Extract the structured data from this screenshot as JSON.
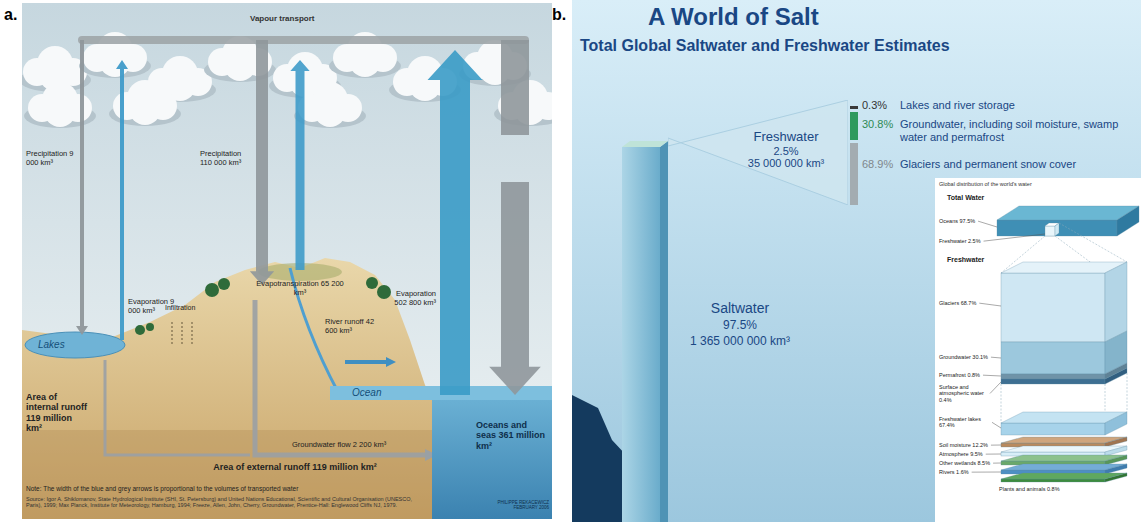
{
  "diagram": {
    "title": "A World of Salt",
    "nodes": [
      {
        "text": [
          "Freshwater",
          "2.5%",
          "35 000 000 km³"
        ]
      },
      {
        "text": [
          "Global distribution of the world's water",
          "Total Water"
        ]
      }
    ],
    "labels": [
      "a.",
      "Vapour transport",
      "Precipitation 9 000 km³",
      "Evaporation 9 000 km³",
      "Precipitation 110 000 km³",
      "Evapotranspiration 65 200 km³",
      "Infiltration",
      "River runoff 42 600 km³",
      "Lakes",
      "Ocean",
      "Evaporation 502 800 km³",
      "Area of internal runoff 119 million km²",
      "Groundwater flow 2 200 km³",
      "Area of external runoff 119 million km²",
      "Oceans and seas 361 million km²",
      "Note: The width of the blue and grey arrows is proportional to the volumes of transported water",
      "Source: Igor A. Shiklomanov, State Hydrological Institute (SHI, St. Petersburg) and United Nations Educational, Scientific and Cultural Organisation (UNESCO, Paris), 1999; Max Planck, Institute for Meteorology, Hamburg, 1994; Freeze, Allen, John, Cherry, Groundwater, Prentice-Hall: Englewood Cliffs NJ, 1979.",
      "PHILIPPE REKACEWICZ FEBRUARY 2006",
      "b.",
      "Total Global Saltwater and Freshwater Estimates",
      "Saltwater",
      "97.5%",
      "1 365 000 000 km³",
      "0.3%",
      "Lakes and river storage",
      "30.8%",
      "Groundwater, including soil moisture, swamp water and permafrost",
      "68.9%",
      "Glaciers and permanent snow cover",
      "Oceans 97.5%",
      "Freshwater 2.5%",
      "Freshwater",
      "Glaciers 68.7%",
      "Groundwater 30.1%",
      "Permafrost 0.8%",
      "Surface and atmospheric water 0.4%",
      "Freshwater lakes 67.4%",
      "Soil moisture 12.2%",
      "Atmosphere 9.5%",
      "Other wetlands 8.5%",
      "Rivers 1.6%",
      "Plants and animals 0.8%"
    ]
  }
}
